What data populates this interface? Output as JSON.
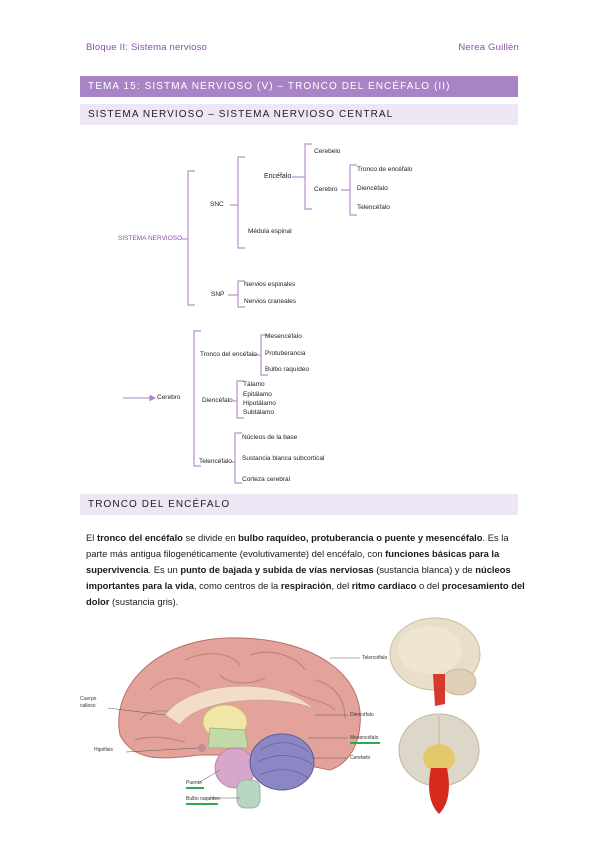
{
  "header": {
    "left": "Bloque II: Sistema nervioso",
    "right": "Nerea Guillén"
  },
  "sections": {
    "main_title": "TEMA 15: SISTMA NERVIOSO (V) – TRONCO DEL ENCÉFALO (II)",
    "subtitle": "SISTEMA NERVIOSO – SISTEMA NERVIOSO CENTRAL",
    "tronco_title": "TRONCO DEL ENCÉFALO"
  },
  "diagram1": {
    "root": "SISTEMA NERVIOSO",
    "snc": "SNC",
    "snp": "SNP",
    "encefalo": "Encéfalo",
    "medula": "Médula espinal",
    "cerebelo": "Cerebelo",
    "cerebro": "Cerebro",
    "tronco": "Tronco de encéfalo",
    "diencefalo": "Diencéfalo",
    "telencefalo": "Telencéfalo",
    "nervios_espinales": "Nervios espinales",
    "nervios_craneales": "Nervios craneales"
  },
  "diagram2": {
    "root": "Cerebro",
    "tronco": "Tronco del encéfalo",
    "diencefalo": "Diencéfalo",
    "telencefalo": "Telencéfalo",
    "mesencefalo": "Mesencéfalo",
    "protuberancia": "Protuberancia",
    "bulbo": "Bulbo raquídeo",
    "talamo": "Tálamo",
    "epitalamo": "Epitálamo",
    "hipotalamo": "Hipotálamo",
    "subtalamo": "Subtálamo",
    "nucleos": "Núcleos de la base",
    "sustancia": "Sustancia blanca subcortical",
    "corteza": "Corteza cerebral"
  },
  "paragraph": {
    "t1": "El ",
    "b1": "tronco del encéfalo",
    "t2": " se divide en ",
    "b2": "bulbo raquídeo, protuberancia o puente y mesencéfalo",
    "t3": ". Es la parte más antigua filogenéticamente (evolutivamente) del  encéfalo, con ",
    "b3": "funciones básicas para la supervivencia",
    "t4": ". Es un ",
    "b4": "punto de bajada y subida de vías nerviosas",
    "t5": " (sustancia blanca) y de ",
    "b5": "núcleos importantes para la  vida",
    "t6": ", como centros de la ",
    "b6": "respiración",
    "t7": ", del ",
    "b7": "ritmo cardíaco",
    "t8": " o del ",
    "b8": "procesamiento del dolor",
    "t9": " (sustancia gris)."
  },
  "figure": {
    "telencefalo": "Telencéfalo",
    "diencefalo": "Diencéfalo",
    "mesencefalo": "Mesencéfalo",
    "cerebelo": "Cerebelo",
    "cuerpo_calloso_1": "Cuerpo",
    "cuerpo_calloso_2": "calloso",
    "hipofisis": "Hipófisis",
    "puente": "Puente",
    "bulbo": "Bulbo raquídeo"
  },
  "colors": {
    "accent": "#a883c6",
    "light_accent": "#eee6f4",
    "bracket": "#b98fcf",
    "highlight": "#2fa84f"
  }
}
